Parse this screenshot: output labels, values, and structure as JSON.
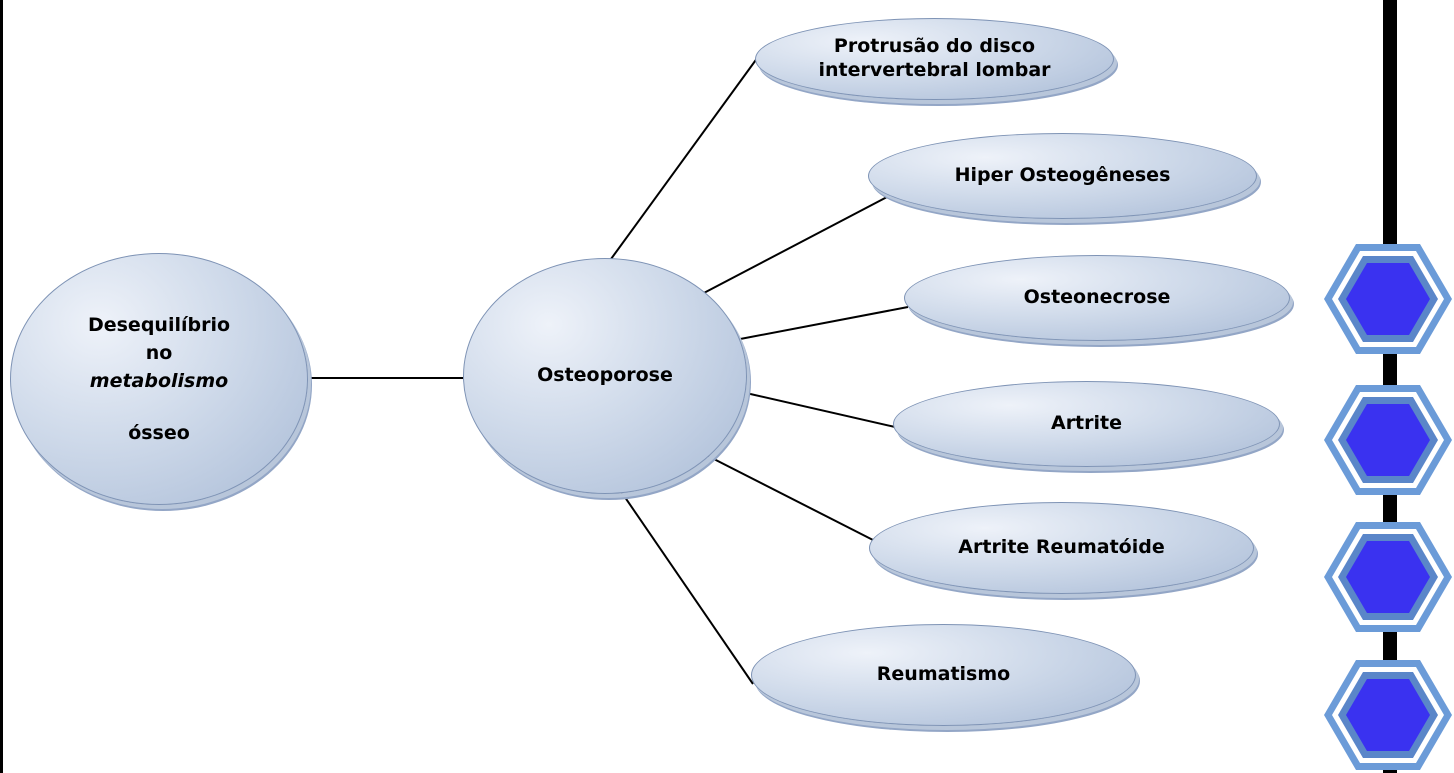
{
  "root": {
    "line1": "Desequilíbrio",
    "line2": "no",
    "line3": "metabolismo",
    "line4": "ósseo"
  },
  "center": {
    "label": "Osteoporose"
  },
  "branches": [
    {
      "label": "Protrusão do disco intervertebral lombar"
    },
    {
      "label": "Hiper Osteogêneses"
    },
    {
      "label": "Osteonecrose"
    },
    {
      "label": "Artrite"
    },
    {
      "label": "Artrite Reumatóide"
    },
    {
      "label": "Reumatismo"
    }
  ],
  "colors": {
    "node_fill": "#cfdaea",
    "node_border": "#7e93b5",
    "hex_outer": "#5b8fd4",
    "hex_inner": "#3a32f0",
    "line": "#000000"
  }
}
